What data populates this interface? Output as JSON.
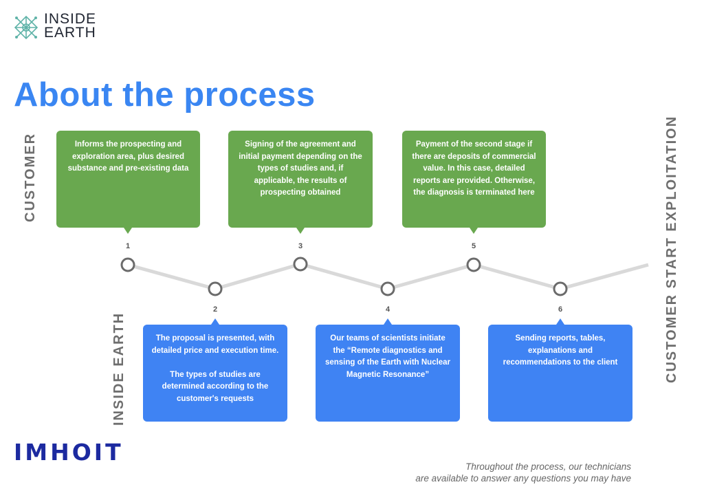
{
  "logo": {
    "line1": "INSIDE",
    "line2": "EARTH",
    "icon": "molecule-network-icon"
  },
  "title": "About the process",
  "labels": {
    "customer": "CUSTOMER",
    "inside_earth": "INSIDE EARTH",
    "exploitation": "CUSTOMER  START  EXPLOITATION"
  },
  "steps": [
    {
      "number": "1",
      "role": "customer",
      "text": "Informs the prospecting and exploration area, plus desired substance and pre-existing data"
    },
    {
      "number": "2",
      "role": "inside_earth",
      "text": "The proposal is presented, with detailed price and execution time.\n\nThe types of studies are determined according to the customer's requests"
    },
    {
      "number": "3",
      "role": "customer",
      "text": "Signing of the agreement and initial payment depending on the types of studies and, if applicable, the results of prospecting obtained"
    },
    {
      "number": "4",
      "role": "inside_earth",
      "text": "Our teams of scientists initiate the “Remote diagnostics and sensing of the Earth with Nuclear Magnetic Resonance”"
    },
    {
      "number": "5",
      "role": "customer",
      "text": "Payment of the second stage if there are deposits of commercial value. In this case, detailed reports are provided. Otherwise, the diagnosis is terminated here"
    },
    {
      "number": "6",
      "role": "inside_earth",
      "text": "Sending reports, tables, explanations and recommendations to the client"
    }
  ],
  "brand": "IMHOIT",
  "footer": {
    "line1": "Throughout the process, our technicians",
    "line2": "are available to answer any questions you may have"
  },
  "colors": {
    "title": "#3a86f2",
    "customer_box": "#69a84f",
    "inside_box": "#3f83f3",
    "brand": "#1c2aa0",
    "line": "#d9d9d9",
    "node": "#6b6b6b"
  }
}
